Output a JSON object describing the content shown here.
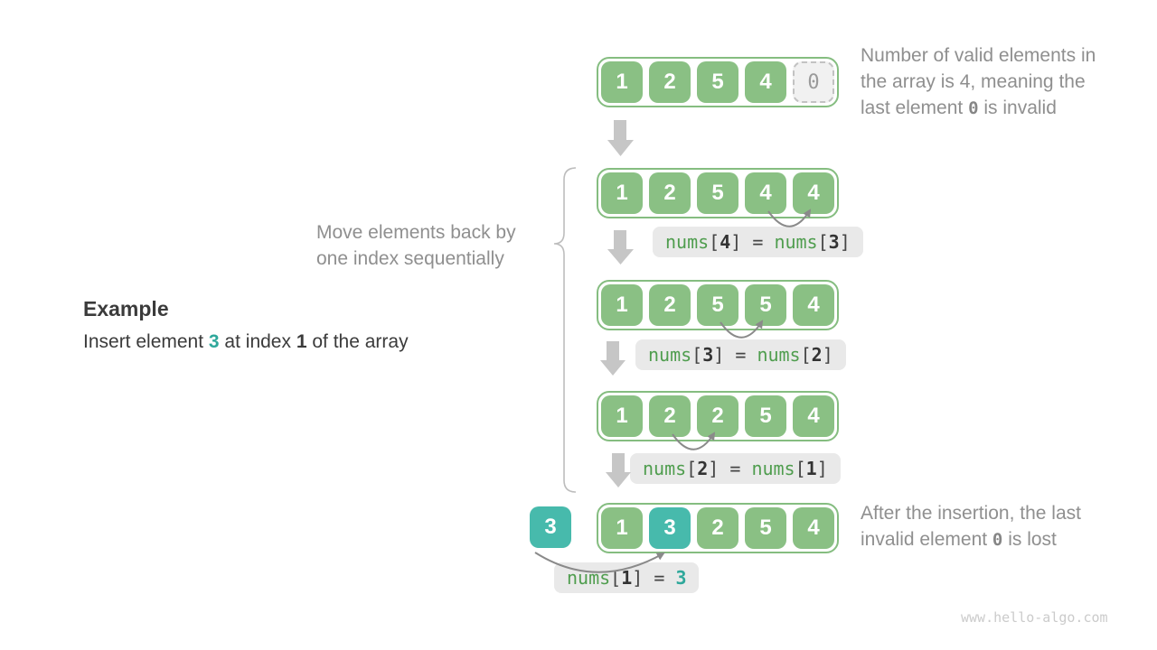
{
  "example": {
    "title": "Example",
    "desc_pre": "Insert element ",
    "desc_value": "3",
    "desc_mid": " at index ",
    "desc_index": "1",
    "desc_post": " of the array"
  },
  "move_note": {
    "line1": "Move elements back by",
    "line2": "one index sequentially"
  },
  "top_note": {
    "line1": "Number of valid elements in",
    "line2": "the array is 4, meaning the",
    "line3_pre": "last element ",
    "line3_code": "0",
    "line3_post": " is invalid"
  },
  "bottom_note": {
    "line1": "After the insertion, the last",
    "line2_pre": "invalid element ",
    "line2_code": "0",
    "line2_post": " is lost"
  },
  "inserted_value": "3",
  "rows": [
    {
      "cells": [
        "1",
        "2",
        "5",
        "4",
        "0"
      ]
    },
    {
      "cells": [
        "1",
        "2",
        "5",
        "4",
        "4"
      ]
    },
    {
      "cells": [
        "1",
        "2",
        "5",
        "5",
        "4"
      ]
    },
    {
      "cells": [
        "1",
        "2",
        "2",
        "5",
        "4"
      ]
    },
    {
      "cells": [
        "1",
        "3",
        "2",
        "5",
        "4"
      ]
    }
  ],
  "labels": [
    {
      "name1": "nums",
      "open1": "[",
      "idx1": "4",
      "close1": "]",
      "eq": " = ",
      "name2": "nums",
      "open2": "[",
      "idx2": "3",
      "close2": "]"
    },
    {
      "name1": "nums",
      "open1": "[",
      "idx1": "3",
      "close1": "]",
      "eq": " = ",
      "name2": "nums",
      "open2": "[",
      "idx2": "2",
      "close2": "]"
    },
    {
      "name1": "nums",
      "open1": "[",
      "idx1": "2",
      "close1": "]",
      "eq": " = ",
      "name2": "nums",
      "open2": "[",
      "idx2": "1",
      "close2": "]"
    },
    {
      "name1": "nums",
      "open1": "[",
      "idx1": "1",
      "close1": "]",
      "eq": " = ",
      "value": "3"
    }
  ],
  "watermark": "www.hello-algo.com",
  "colors": {
    "cell_green": "#8AC084",
    "cell_teal": "#47BAAC",
    "border_green": "#85BD80",
    "code_green": "#4F9D4E",
    "accent_teal": "#2FA89B",
    "label_bg": "#E9E9E9",
    "note_gray": "#8F8F8F",
    "block_arrow_gray": "#C6C6C6",
    "curve_arrow_gray": "#8A8A8A"
  }
}
